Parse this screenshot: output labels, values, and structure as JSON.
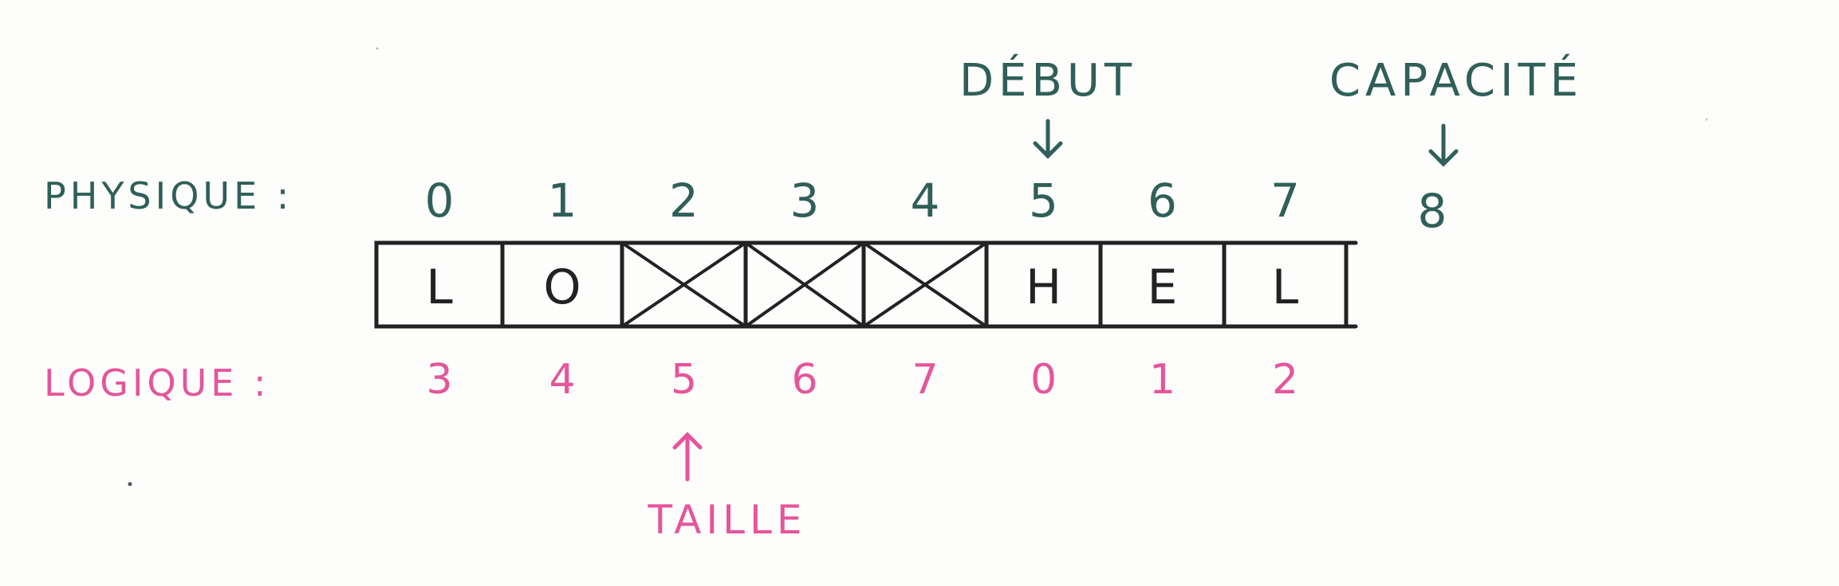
{
  "labels": {
    "physical": "PHYSIQUE :",
    "logical": "LOGIQUE :",
    "start": "DÉBUT",
    "capacity": "CAPACITÉ",
    "size": "TAILLE"
  },
  "physical_indices": [
    "0",
    "1",
    "2",
    "3",
    "4",
    "5",
    "6",
    "7"
  ],
  "capacity_index": "8",
  "logical_indices": [
    "3",
    "4",
    "5",
    "6",
    "7",
    "0",
    "1",
    "2"
  ],
  "cells": [
    {
      "value": "L",
      "empty": false
    },
    {
      "value": "O",
      "empty": false
    },
    {
      "value": "",
      "empty": true
    },
    {
      "value": "",
      "empty": true
    },
    {
      "value": "",
      "empty": true
    },
    {
      "value": "H",
      "empty": false
    },
    {
      "value": "E",
      "empty": false
    },
    {
      "value": "L",
      "empty": false
    }
  ],
  "colors": {
    "physical": "#2f5f58",
    "logical": "#e5559a",
    "ink": "#222222"
  }
}
